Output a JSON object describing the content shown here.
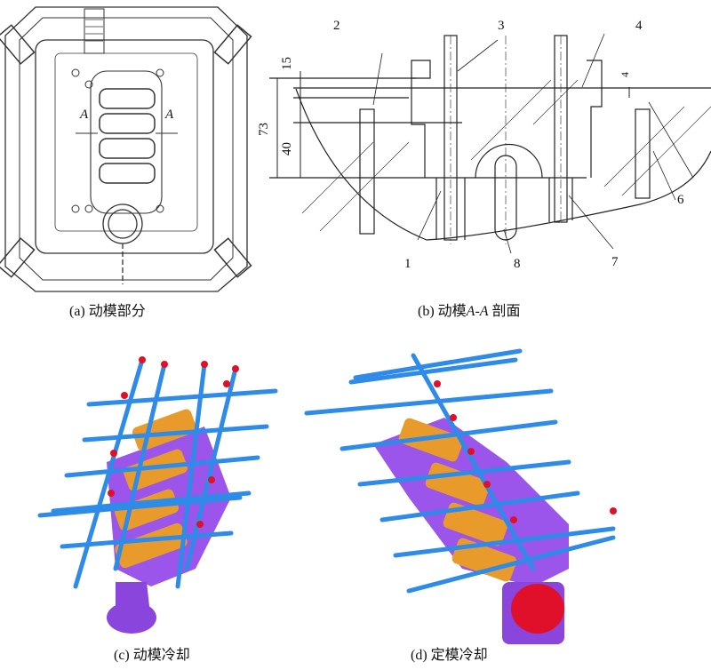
{
  "panels": {
    "a": {
      "caption": "(a) 动模部分",
      "section_labels": [
        "A",
        "A"
      ]
    },
    "b": {
      "caption_prefix": "(b) 动模",
      "caption_section": "A-A",
      "caption_suffix": " 剖面",
      "part_labels": [
        "1",
        "2",
        "3",
        "4",
        "6",
        "7",
        "8"
      ],
      "dimensions": [
        "15",
        "73",
        "40",
        "4"
      ]
    },
    "c": {
      "caption": "(c) 动模冷却"
    },
    "d": {
      "caption": "(d) 定模冷却"
    }
  },
  "colors": {
    "cooling_pipe": "#2e8be8",
    "pipe_end": "#e0102a",
    "casting": "#e89a2a",
    "overflow": "#9a4ee8"
  }
}
